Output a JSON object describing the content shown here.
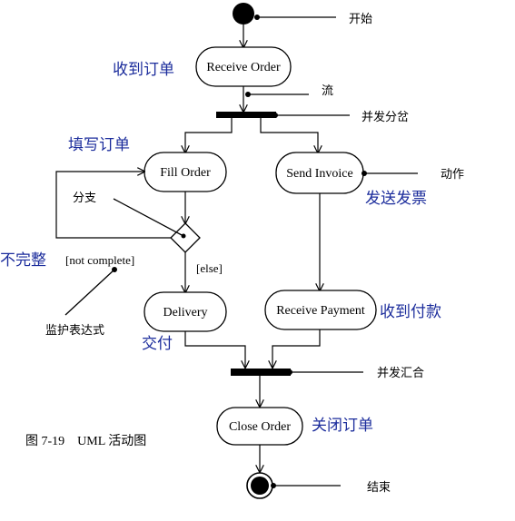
{
  "diagram": {
    "caption": "图 7-19    UML 活动图",
    "activities": {
      "receive_order": "Receive Order",
      "fill_order": "Fill Order",
      "send_invoice": "Send Invoice",
      "delivery": "Delivery",
      "receive_payment": "Receive Payment",
      "close_order": "Close Order"
    },
    "guards": {
      "not_complete": "[not complete]",
      "else": "[else]"
    },
    "annotations": {
      "start": "开始",
      "flow": "流",
      "fork": "并发分岔",
      "action": "动作",
      "branch": "分支",
      "guard_expression": "监护表达式",
      "join": "并发汇合",
      "end": "结束"
    },
    "chinese_labels": {
      "receive_order": "收到订单",
      "fill_order": "填写订单",
      "send_invoice": "发送发票",
      "incomplete": "不完整",
      "receive_payment": "收到付款",
      "delivery": "交付",
      "close_order": "关闭订单"
    },
    "colors": {
      "ink": "#000000",
      "accent_blue": "#1c2d9c"
    }
  }
}
